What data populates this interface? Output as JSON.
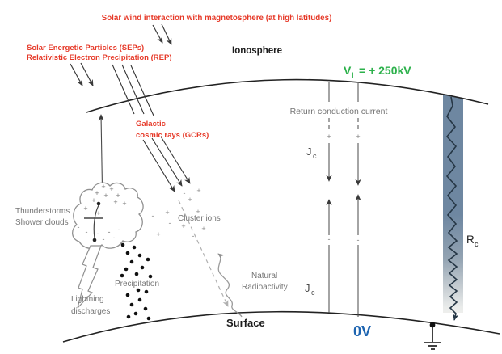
{
  "labels": {
    "solar_wind": "Solar wind interaction with magnetosphere (at high latitudes)",
    "sep": "Solar Energetic Particles (SEPs)",
    "rep": "Relativistic Electron Precipitation (REP)",
    "ionosphere": "Ionosphere",
    "galactic_line1": "Galactic",
    "galactic_line2": "cosmic rays (GCRs)",
    "thunderstorms_line1": "Thunderstorms",
    "thunderstorms_line2": "Shower clouds",
    "cluster_ions": "Cluster ions",
    "return_current": "Return conduction current",
    "precipitation": "Precipitation",
    "lightning_line1": "Lightning",
    "lightning_line2": "discharges",
    "natural_line1": "Natural",
    "natural_line2": "Radioactivity",
    "surface": "Surface"
  },
  "values": {
    "ionospheric_potential_symbol": "V",
    "ionospheric_potential_sub": "I",
    "ionospheric_potential_value": "= + 250kV",
    "surface_potential": "0V",
    "conduction_current_symbol": "J",
    "conduction_current_sub": "c",
    "columnar_resistance_symbol": "R",
    "columnar_resistance_sub": "c"
  },
  "symbols": {
    "plus": "+",
    "minus": "-"
  },
  "colors": {
    "red_label": "#e63928",
    "green_value": "#2cb14b",
    "blue_value": "#1d64b0",
    "gray_label": "#757575",
    "dark_text": "#1c1c1c",
    "column_bar_blue": "#6e87a1"
  }
}
